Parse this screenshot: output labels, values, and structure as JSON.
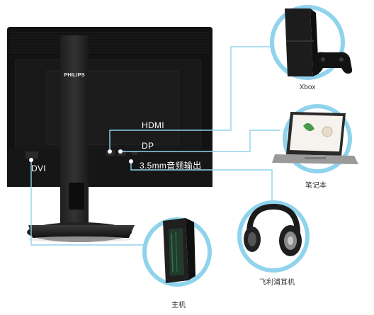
{
  "brand": "PHILIPS",
  "ports": {
    "hdmi": "HDMI",
    "dp": "DP",
    "audio": "3.5mm音频输出",
    "dvi": "DVI"
  },
  "devices": {
    "console": "Xbox",
    "laptop": "笔记本",
    "headphones": "飞利浦耳机",
    "pc": "主机"
  },
  "colors": {
    "accent": "#8fd3ec",
    "monitor": "#141414"
  },
  "icons": [
    "game-console-icon",
    "gamepad-icon",
    "laptop-icon",
    "headphones-icon",
    "desktop-tower-icon"
  ]
}
